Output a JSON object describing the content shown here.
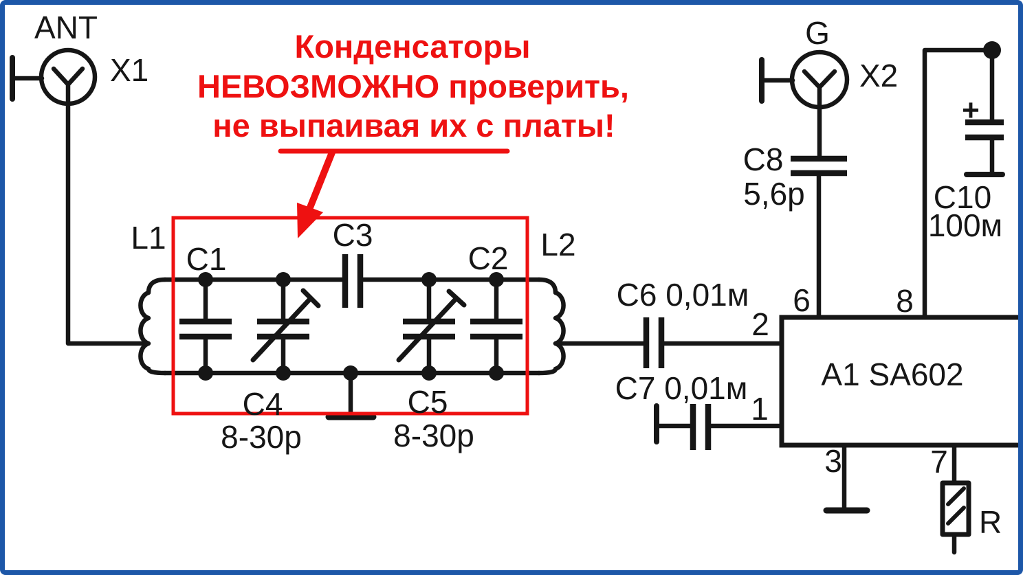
{
  "colors": {
    "ink": "#161616",
    "accent_red": "#ee1111",
    "frame_blue": "#1d57a8",
    "background": "#ffffff"
  },
  "annotation": {
    "line1": "Конденсаторы",
    "line2": "НЕВОЗМОЖНО проверить,",
    "line3": "не выпаивая их с платы!"
  },
  "connectors": {
    "x1": {
      "ref": "X1",
      "port": "ANT"
    },
    "x2": {
      "ref": "X2",
      "port": "G"
    }
  },
  "inductors": {
    "l1": "L1",
    "l2": "L2"
  },
  "capacitors": {
    "c1": {
      "ref": "C1"
    },
    "c2": {
      "ref": "C2"
    },
    "c3": {
      "ref": "C3"
    },
    "c4": {
      "ref": "C4",
      "value": "8-30p"
    },
    "c5": {
      "ref": "C5",
      "value": "8-30p"
    },
    "c6": {
      "ref": "C6 0,01м"
    },
    "c7": {
      "ref": "C7 0,01м"
    },
    "c8": {
      "ref": "C8",
      "value": "5,6p"
    },
    "c10": {
      "ref": "C10",
      "value": "100м",
      "polarity": "+"
    }
  },
  "ic": {
    "ref": "A1 SA602",
    "pins": {
      "pin1": "1",
      "pin2": "2",
      "pin3": "3",
      "pin6": "6",
      "pin7": "7",
      "pin8": "8"
    }
  },
  "resistor": {
    "ref": "R"
  }
}
